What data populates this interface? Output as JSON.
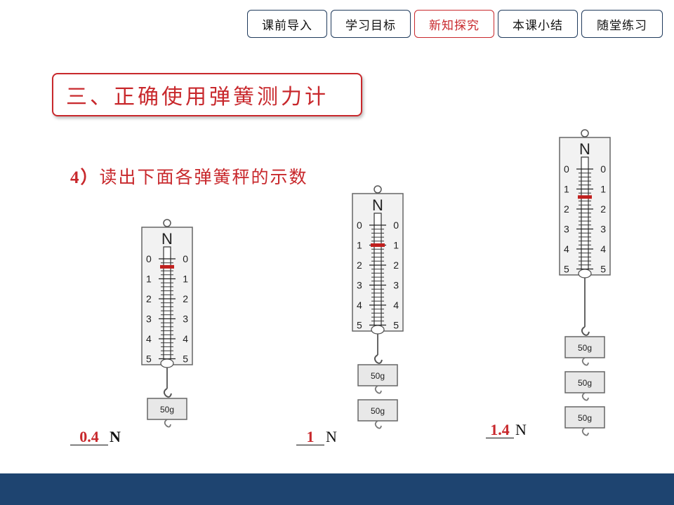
{
  "nav": {
    "tabs": [
      {
        "label": "课前导入"
      },
      {
        "label": "学习目标"
      },
      {
        "label": "新知探究",
        "active": true
      },
      {
        "label": "本课小结"
      },
      {
        "label": "随堂练习"
      }
    ],
    "active_color": "#c8282c",
    "border_color": "#1f3a5c"
  },
  "section_title": "三、正确使用弹簧测力计",
  "question": {
    "number": "4）",
    "text": "读出下面各弹簧秤的示数"
  },
  "scales": [
    {
      "unit_symbol": "N",
      "ticks": [
        "0",
        "1",
        "2",
        "3",
        "4",
        "5"
      ],
      "weights": [
        "50g"
      ],
      "reading": 0.4
    },
    {
      "unit_symbol": "N",
      "ticks": [
        "0",
        "1",
        "2",
        "3",
        "4",
        "5"
      ],
      "weights": [
        "50g",
        "50g"
      ],
      "reading": 1.0
    },
    {
      "unit_symbol": "N",
      "ticks": [
        "0",
        "1",
        "2",
        "3",
        "4",
        "5"
      ],
      "weights": [
        "50g",
        "50g",
        "50g"
      ],
      "reading": 1.4
    }
  ],
  "answers": [
    {
      "value": "0.4",
      "unit": "N"
    },
    {
      "value": "1",
      "unit": "N"
    },
    {
      "value": "1.4",
      "unit": "N"
    }
  ],
  "colors": {
    "accent": "#c8282c",
    "footer": "#1e4470"
  }
}
